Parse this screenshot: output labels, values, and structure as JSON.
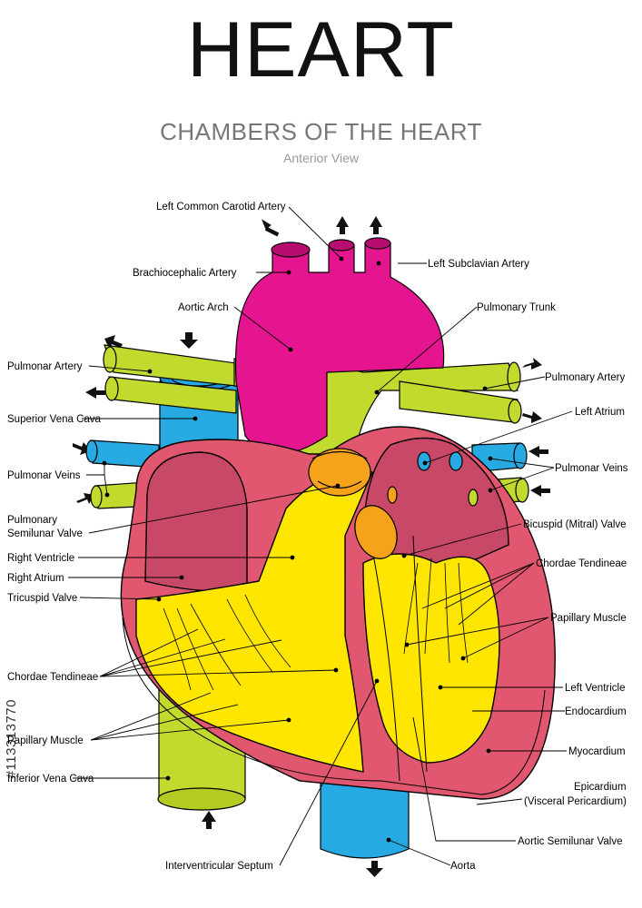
{
  "title": "HEART",
  "subtitle": "CHAMBERS OF THE HEART",
  "view": "Anterior View",
  "watermark": "#113313770",
  "colors": {
    "aorta": "#e5158f",
    "vena_cava": "#27a9e1",
    "pulmonary": "#c2d92e",
    "heart_wall": "#e0576f",
    "chamber": "#c84867",
    "ventricle_fill": "#ffe600",
    "valve": "#f7a21b"
  },
  "labels": {
    "left_common_carotid": "Left Common Carotid Artery",
    "brachiocephalic": "Brachiocephalic Artery",
    "left_subclavian": "Left Subclavian Artery",
    "aortic_arch": "Aortic Arch",
    "pulmonary_trunk": "Pulmonary Trunk",
    "pulmonar_artery_left": "Pulmonar Artery",
    "pulmonary_artery_right": "Pulmonary Artery",
    "superior_vena_cava": "Superior Vena Cava",
    "left_atrium": "Left Atrium",
    "pulmonar_veins_left": "Pulmonar Veins",
    "pulmonar_veins_right": "Pulmonar Veins",
    "pulmonary_valve_1": "Pulmonary",
    "pulmonary_valve_2": "Semilunar Valve",
    "bicuspid": "Bicuspid (Mitral) Valve",
    "right_ventricle": "Right Ventricle",
    "chordae_right": "Chordae Tendineae",
    "right_atrium": "Right Atrium",
    "tricuspid": "Tricuspid Valve",
    "papillary_right": "Papillary Muscle",
    "chordae_left": "Chordae Tendineae",
    "left_ventricle": "Left Ventricle",
    "papillary_left": "Papillary Muscle",
    "endocardium": "Endocardium",
    "myocardium": "Myocardium",
    "inferior_vena_cava": "Inferior Vena Cava",
    "epicardium_1": "Epicardium",
    "epicardium_2": "(Visceral Pericardium)",
    "aortic_semilunar": "Aortic Semilunar Valve",
    "interventricular": "Interventricular Septum",
    "aorta": "Aorta"
  }
}
